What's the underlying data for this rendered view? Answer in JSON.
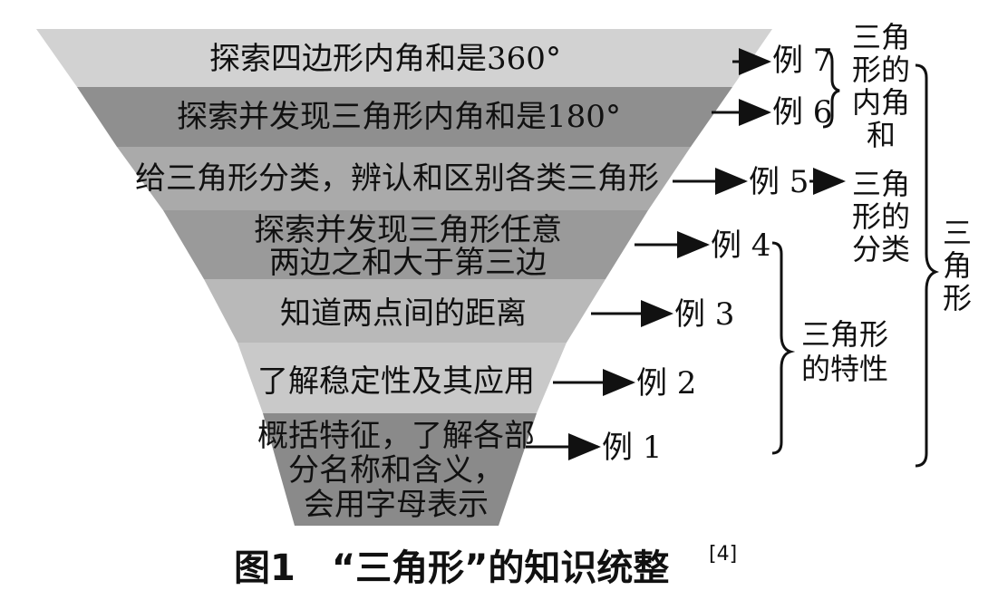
{
  "funnel": {
    "bands": [
      {
        "lines": [
          "探索四边形内角和是360°"
        ],
        "color": "#d2d2d2"
      },
      {
        "lines": [
          "探索并发现三角形内角和是180°"
        ],
        "color": "#8f8f8f"
      },
      {
        "lines": [
          "给三角形分类，辨认和区别各类三角形"
        ],
        "color": "#aaaaaa"
      },
      {
        "lines": [
          "探索并发现三角形任意",
          "两边之和大于第三边"
        ],
        "color": "#9a9a9a"
      },
      {
        "lines": [
          "知道两点间的距离"
        ],
        "color": "#b9b9b9"
      },
      {
        "lines": [
          "了解稳定性及其应用"
        ],
        "color": "#c9c9c9"
      },
      {
        "lines": [
          "概括特征，了解各部",
          "分名称和含义，",
          "会用字母表示"
        ],
        "color": "#8a8a8a"
      }
    ]
  },
  "examples": [
    "例 7",
    "例 6",
    "例 5",
    "例 4",
    "例 3",
    "例 2",
    "例 1"
  ],
  "groups": {
    "angles_and_classification": [
      "三角",
      "形的",
      "内角",
      "和",
      "三角",
      "形的",
      "分类"
    ],
    "properties": [
      "三角形",
      "的特性"
    ],
    "triangle": [
      "三",
      "角",
      "形"
    ]
  },
  "caption": {
    "text": "图1　“三角形”的知识统整",
    "ref": "[4]"
  }
}
